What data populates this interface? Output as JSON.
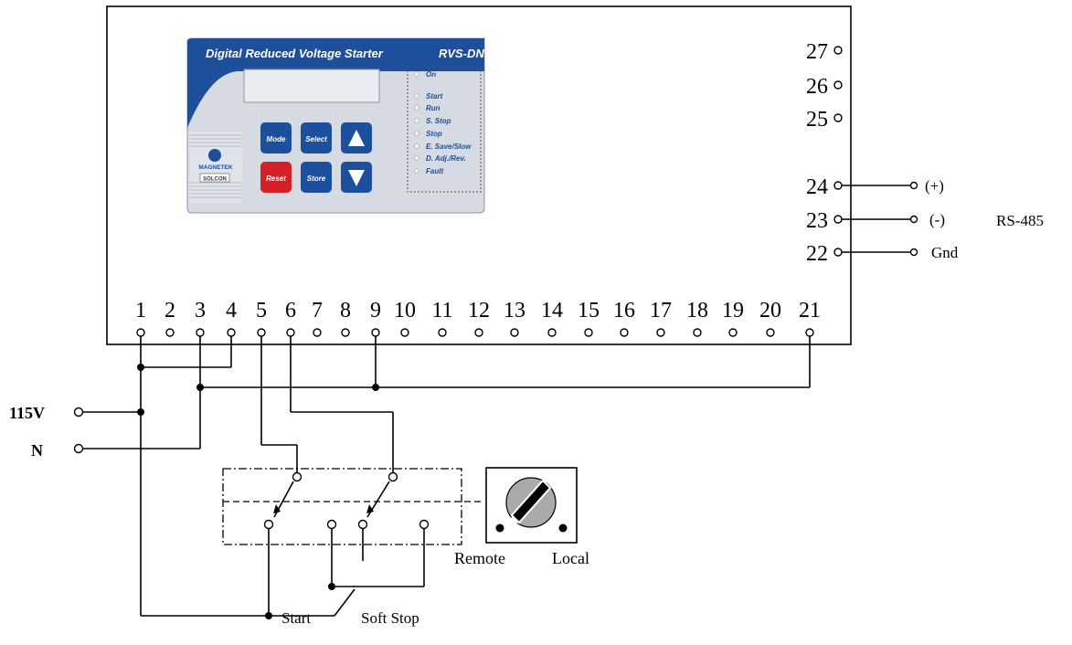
{
  "panel": {
    "title": "Digital Reduced Voltage Starter",
    "model": "RVS-DN",
    "buttons": {
      "mode": "Mode",
      "select": "Select",
      "reset": "Reset",
      "store": "Store"
    },
    "leds": [
      "On",
      "Start",
      "Run",
      "S. Stop",
      "Stop",
      "E. Save/Slow",
      "D. Adj./Rev.",
      "Fault"
    ],
    "brand_top": "MAGNETEK",
    "brand_bottom": "SOLCON"
  },
  "terminals": {
    "bottom": [
      "1",
      "2",
      "3",
      "4",
      "5",
      "6",
      "7",
      "8",
      "9",
      "10",
      "11",
      "12",
      "13",
      "14",
      "15",
      "16",
      "17",
      "18",
      "19",
      "20",
      "21"
    ],
    "right": [
      "27",
      "26",
      "25",
      "24",
      "23",
      "22"
    ]
  },
  "rs485": {
    "plus": "(+)",
    "minus": "(-)",
    "gnd": "Gnd",
    "label": "RS-485"
  },
  "supply": {
    "line": "115V",
    "neutral": "N"
  },
  "selector": {
    "remote": "Remote",
    "local": "Local"
  },
  "pushbutton": {
    "start": "Start",
    "soft_stop": "Soft Stop"
  },
  "colors": {
    "panel_blue": "#1d4f9a",
    "panel_grey": "#d6dbe3",
    "reset_red": "#d42027",
    "button_blue": "#1c4f9c"
  }
}
